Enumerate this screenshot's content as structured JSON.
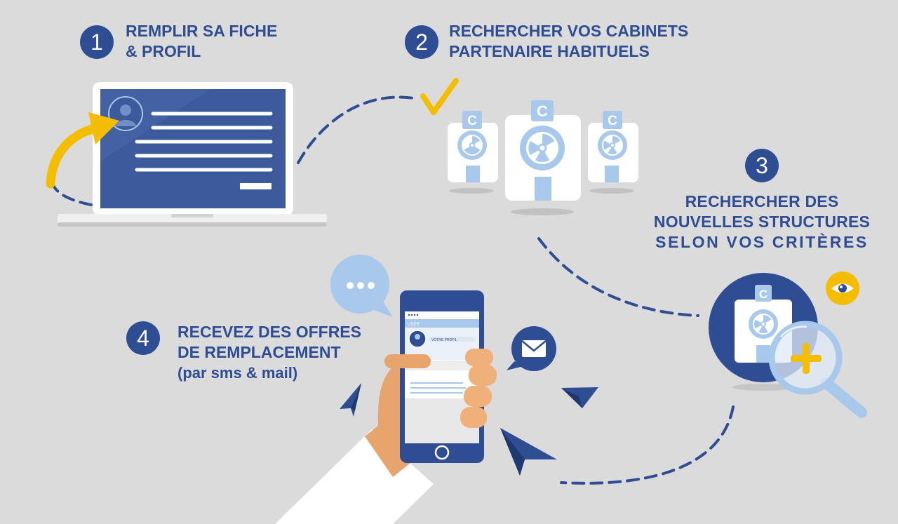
{
  "steps": [
    {
      "number": "1",
      "lines": [
        "REMPLIR SA FICHE",
        "& PROFIL"
      ]
    },
    {
      "number": "2",
      "lines": [
        "RECHERCHER VOS CABINETS",
        "PARTENAIRE HABITUELS"
      ]
    },
    {
      "number": "3",
      "lines": [
        "RECHERCHER DES",
        "NOUVELLES STRUCTURES",
        "SELON VOS CRITÈRES"
      ]
    },
    {
      "number": "4",
      "lines": [
        "RECEVEZ DES OFFRES",
        "DE REMPLACEMENT",
        "(par sms & mail)"
      ]
    }
  ],
  "cabinet_badge": "C",
  "phone": {
    "header": "USER",
    "profile_label": "VOTRE PROFIL"
  },
  "colors": {
    "navy": "#2e4d93",
    "light_blue": "#a8c8ec",
    "yellow": "#f5bd00",
    "background": "#dbdbdb"
  },
  "icons": [
    "checkmark-icon",
    "radiation-icon",
    "eye-icon",
    "magnifier-icon",
    "plus-icon",
    "chat-bubble-icon",
    "mail-icon",
    "paper-plane-icon",
    "curved-arrow-icon"
  ]
}
